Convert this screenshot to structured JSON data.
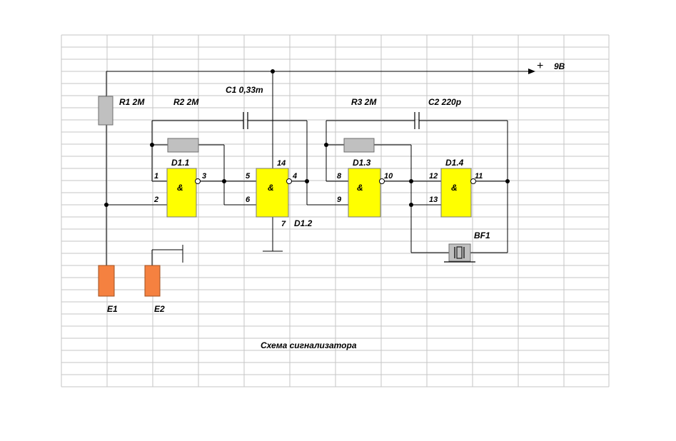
{
  "diagram": {
    "caption": "Схема сигнализатора",
    "supply_label": "9В",
    "supply_plus": "+",
    "components": {
      "r1": "R1 2M",
      "r2": "R2 2M",
      "r3": "R3 2M",
      "c1": "C1 0,33m",
      "c2": "C2 220p",
      "bf1": "BF1",
      "e1": "E1",
      "e2": "E2"
    },
    "gates": {
      "d11": {
        "name": "D1.1",
        "symbol": "&",
        "pin_in1": "1",
        "pin_in2": "2",
        "pin_out": "3"
      },
      "d12": {
        "name": "D1.2",
        "symbol": "&",
        "pin_in1": "5",
        "pin_in2": "6",
        "pin_out": "4",
        "pin_vcc": "14",
        "pin_gnd": "7"
      },
      "d13": {
        "name": "D1.3",
        "symbol": "&",
        "pin_in1": "8",
        "pin_in2": "9",
        "pin_out": "10"
      },
      "d14": {
        "name": "D1.4",
        "symbol": "&",
        "pin_in1": "12",
        "pin_in2": "13",
        "pin_out": "11"
      }
    },
    "colors": {
      "gate_fill": "#ffff00",
      "resistor_fill": "#c0c0c0",
      "electrode_fill": "#f58140",
      "grid": "#c6c6c6"
    }
  }
}
